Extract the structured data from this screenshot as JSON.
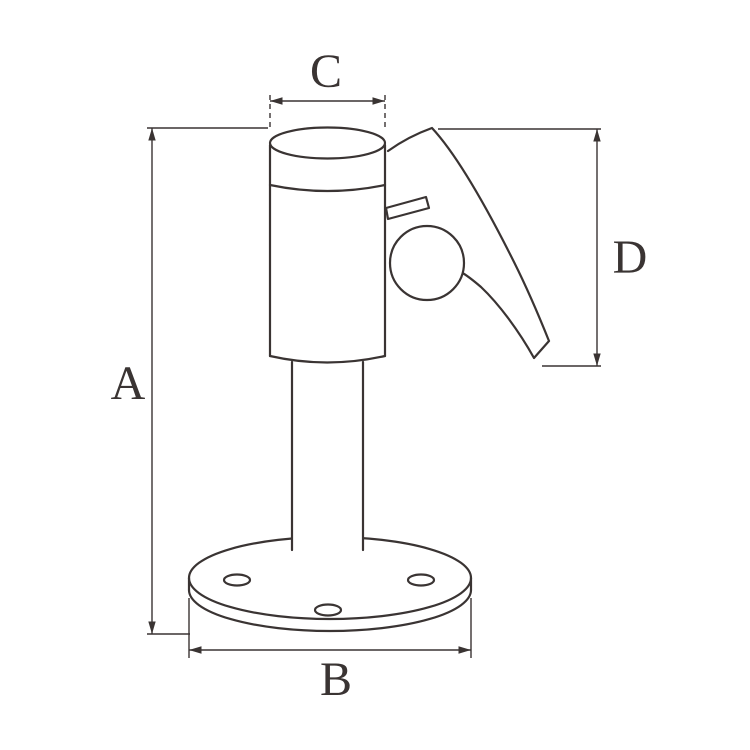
{
  "diagram": {
    "type": "technical-line-drawing",
    "line_color": "#3a3433",
    "background_color": "#ffffff",
    "dimension_labels": {
      "a": "A",
      "b": "B",
      "c": "C",
      "d": "D"
    }
  }
}
